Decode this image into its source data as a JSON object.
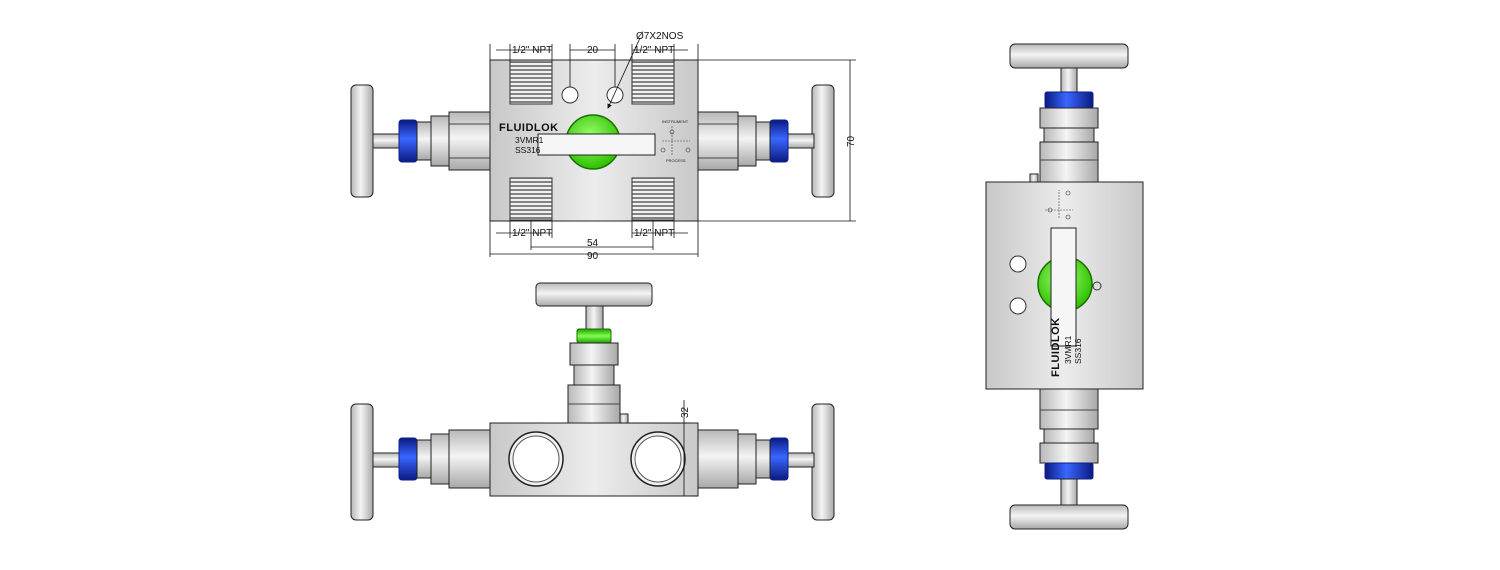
{
  "drawing": {
    "brand": "FLUIDLOK",
    "model": "3VMR1",
    "material": "SS316",
    "schematic_top": "INSTRUMENT",
    "schematic_bottom": "PROCESS"
  },
  "dimensions": {
    "top_port_left": "1/2\" NPT",
    "top_port_right": "1/2\" NPT",
    "port_spacing": "20",
    "mounting_hole": "Ø7X2NOS",
    "height": "70",
    "bottom_port_left": "1/2\" NPT",
    "bottom_port_right": "1/2\" NPT",
    "port_center_distance": "54",
    "overall_length": "90",
    "body_thickness": "32"
  },
  "colors": {
    "body": "#e3e3e3",
    "green": "#39e600",
    "blue": "#1a3fd0",
    "dark_blue": "#0d1f8a",
    "outline": "#222222"
  }
}
